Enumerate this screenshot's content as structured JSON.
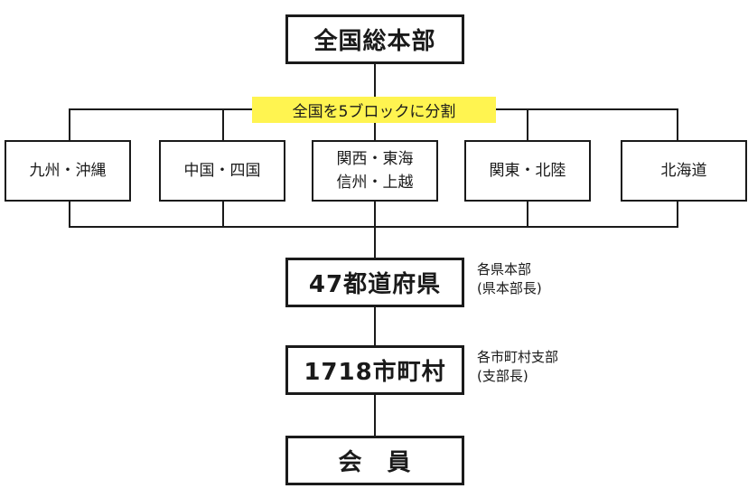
{
  "top": {
    "label": "全国総本部"
  },
  "banner": {
    "label": "全国を5ブロックに分割",
    "color": "#fff450"
  },
  "regions": [
    {
      "line1": "九州・沖縄",
      "line2": ""
    },
    {
      "line1": "中国・四国",
      "line2": ""
    },
    {
      "line1": "関西・東海",
      "line2": "信州・上越"
    },
    {
      "line1": "関東・北陸",
      "line2": ""
    },
    {
      "line1": "北海道",
      "line2": ""
    }
  ],
  "prefectures": {
    "label": "47都道府県",
    "note_line1": "各県本部",
    "note_line2": "(県本部長)"
  },
  "municipalities": {
    "label": "1718市町村",
    "note_line1": "各市町村支部",
    "note_line2": "(支部長)"
  },
  "members": {
    "label": "会　員"
  }
}
